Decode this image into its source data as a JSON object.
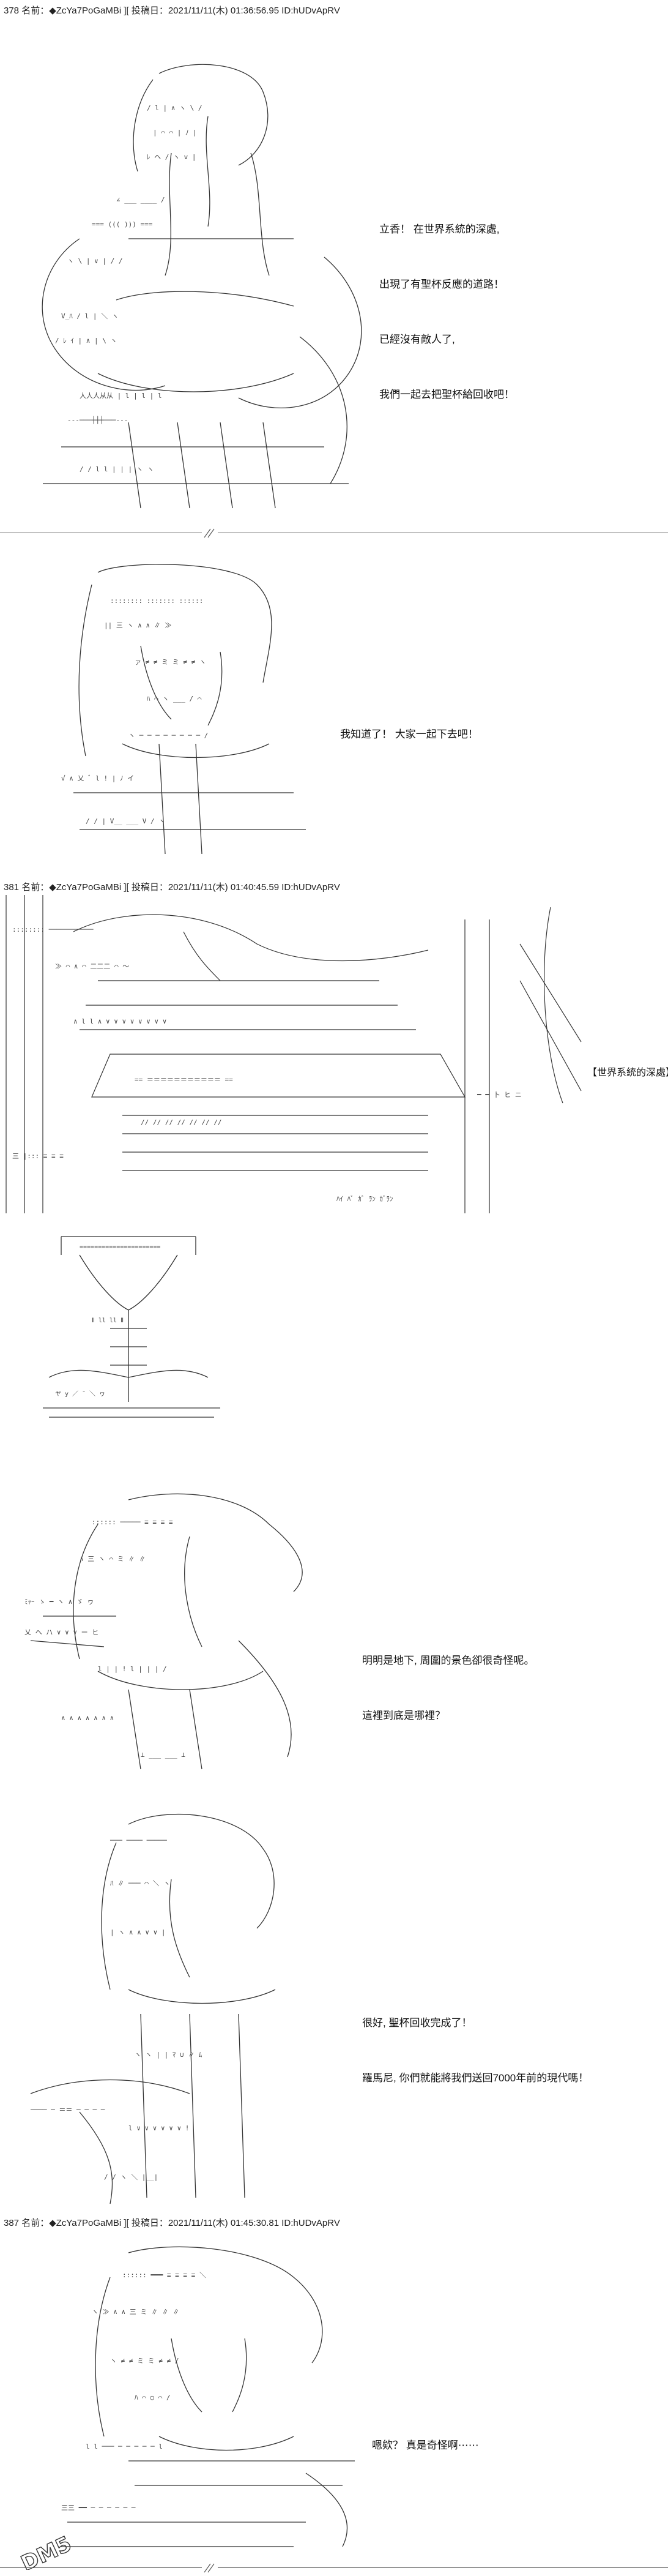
{
  "posts": [
    {
      "header": "378 名前：◆ZcYa7PoGaMBi ][ 投稿日：2021/11/11(木) 01:36:56.95 ID:hUDvApRV",
      "panels": [
        {
          "lines": [
            "立香！ 在世界系統的深處,",
            "出現了有聖杯反應的道路！",
            "已經沒有敵人了,",
            "我們一起去把聖杯給回收吧！"
          ]
        },
        {
          "lines": [
            "我知道了！ 大家一起下去吧！"
          ]
        }
      ]
    },
    {
      "header": "381 名前：◆ZcYa7PoGaMBi ][ 投稿日：2021/11/11(木) 01:40:45.59 ID:hUDvApRV",
      "panels": [
        {
          "lines": [
            "【世界系統的深處】"
          ]
        },
        {
          "lines": []
        },
        {
          "lines": [
            "明明是地下, 周圍的景色卻很奇怪呢。",
            "這裡到底是哪裡？"
          ]
        },
        {
          "lines": [
            "很好, 聖杯回收完成了！",
            "羅馬尼, 你們就能將我們送回7000年前的現代嗎！"
          ]
        }
      ]
    },
    {
      "header": "387 名前：◆ZcYa7PoGaMBi ][ 投稿日：2021/11/11(木) 01:45:30.81 ID:hUDvApRV",
      "panels": [
        {
          "lines": [
            "嗯欸？ 真是奇怪啊⋯⋯"
          ]
        }
      ]
    }
  ],
  "watermark": {
    "text": "DM5"
  },
  "colors": {
    "text": "#111111",
    "divider": "#555555"
  }
}
